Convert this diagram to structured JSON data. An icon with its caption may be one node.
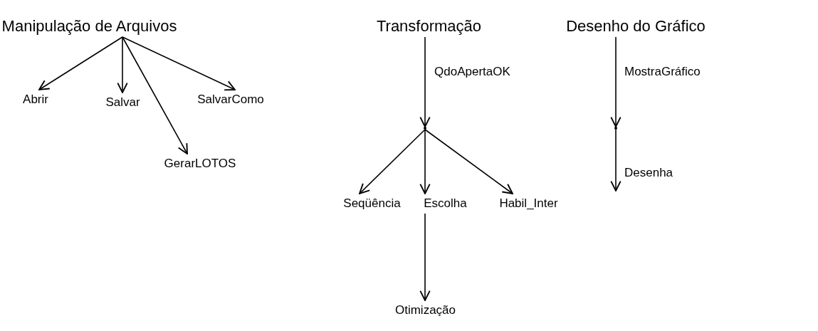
{
  "diagram": {
    "nodes": [
      {
        "text": [
          "Manipulação de Arquivos"
        ]
      },
      {
        "text": [
          "Abrir"
        ]
      },
      {
        "text": [
          "Salvar"
        ]
      },
      {
        "text": [
          "SalvarComo"
        ]
      },
      {
        "text": [
          "GerarLOTOS"
        ]
      },
      {
        "text": [
          "Transformação"
        ]
      },
      {
        "text": [],
        "shape": "point"
      },
      {
        "text": [
          "Seqüência"
        ]
      },
      {
        "text": [
          "Escolha"
        ]
      },
      {
        "text": [
          "Habil_Inter"
        ]
      },
      {
        "text": [
          "Otimização"
        ]
      },
      {
        "text": [
          "Desenho do Gráfico"
        ]
      },
      {
        "text": [],
        "shape": "point"
      }
    ],
    "edges": [
      {
        "from": 0,
        "to": 1,
        "arrow": "to"
      },
      {
        "from": 0,
        "to": 2,
        "arrow": "to"
      },
      {
        "from": 0,
        "to": 4,
        "arrow": "to"
      },
      {
        "from": 0,
        "to": 3,
        "arrow": "to"
      },
      {
        "from": 5,
        "to": 6,
        "arrow": "to",
        "label": "QdoApertaOK"
      },
      {
        "from": 6,
        "to": 7,
        "arrow": "to"
      },
      {
        "from": 6,
        "to": 8,
        "arrow": "to"
      },
      {
        "from": 6,
        "to": 9,
        "arrow": "to"
      },
      {
        "from": 8,
        "to": 10,
        "arrow": "to"
      },
      {
        "from": 11,
        "to": 12,
        "arrow": "to",
        "label": "MostraGráfico"
      },
      {
        "from": 12,
        "to": null,
        "arrow": "to",
        "label": "Desenha"
      }
    ]
  }
}
